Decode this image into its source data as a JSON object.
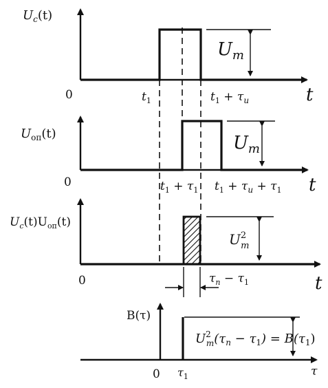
{
  "panel1": {
    "y_label": "U",
    "y_label_sub": "c",
    "y_label_arg": "(t)",
    "origin": "0",
    "x_axis": "t",
    "amp": "U",
    "amp_sub": "m",
    "tick_start": "t",
    "tick_start_sub": "1",
    "tick_end": "t",
    "tick_end_sub": "1",
    "tick_end_plus": " + τ",
    "tick_end_sub2": "и"
  },
  "panel2": {
    "y_label": "U",
    "y_label_sub": "оп",
    "y_label_arg": "(t)",
    "origin": "0",
    "x_axis": "t",
    "amp": "U",
    "amp_sub": "m",
    "tick_start": "t",
    "tick_start_sub": "1",
    "tick_start_plus": " + τ",
    "tick_start_sub2": "1",
    "tick_end": "t",
    "tick_end_sub": "1",
    "tick_end_plus": " + τ",
    "tick_end_sub2": "и",
    "tick_end_plus2": " + τ",
    "tick_end_sub3": "1"
  },
  "panel3": {
    "y_label_a": "U",
    "y_label_a_sub": "c",
    "y_label_mid": "(t)U",
    "y_label_b_sub": "оп",
    "y_label_arg": "(t)",
    "origin": "0",
    "x_axis": "t",
    "amp": "U",
    "amp_sup": "2",
    "amp_sub": "m",
    "width_a": "τ",
    "width_a_sub": "n",
    "width_minus": " − τ",
    "width_b_sub": "1"
  },
  "panel4": {
    "y_label": "B(τ)",
    "origin": "0",
    "x_axis": "τ",
    "tick": "τ",
    "tick_sub": "1",
    "eq_U": "U",
    "eq_sup": "2",
    "eq_sub": "m",
    "eq_open": "(τ",
    "eq_n": "n",
    "eq_mid": " − τ",
    "eq_one": "1",
    "eq_close": ") = B(τ",
    "eq_one2": "1",
    "eq_end": ")"
  }
}
